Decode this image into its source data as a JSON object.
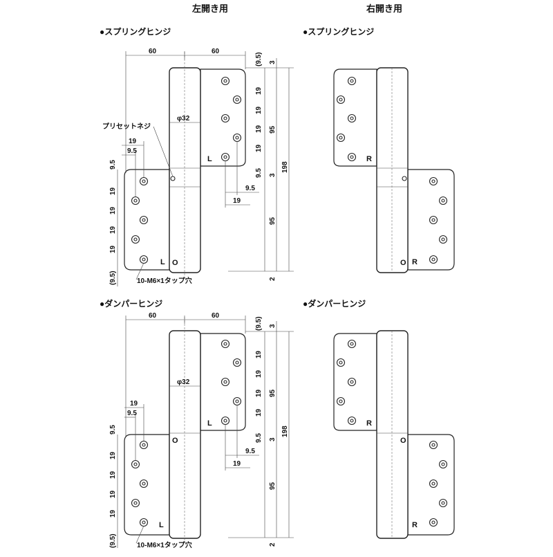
{
  "headers": {
    "left": "左開き用",
    "right": "右開き用"
  },
  "sections": {
    "spring_left": "●スプリングヒンジ",
    "spring_right": "●スプリングヒンジ",
    "damper_left": "●ダンパーヒンジ",
    "damper_right": "●ダンパーヒンジ"
  },
  "dims": {
    "d60": "60",
    "d19": "19",
    "d9_5": "9.5",
    "d9_5p": "(9.5)",
    "d3": "3",
    "d2": "2",
    "d95": "95",
    "d198": "198",
    "phi32": "φ32"
  },
  "notes": {
    "preset_screw": "プリセットネジ",
    "tap_holes": "10-M6×1タップ穴"
  },
  "marks": {
    "L": "L",
    "R": "R",
    "O": "O"
  },
  "colors": {
    "line": "#222222",
    "background": "#ffffff"
  }
}
